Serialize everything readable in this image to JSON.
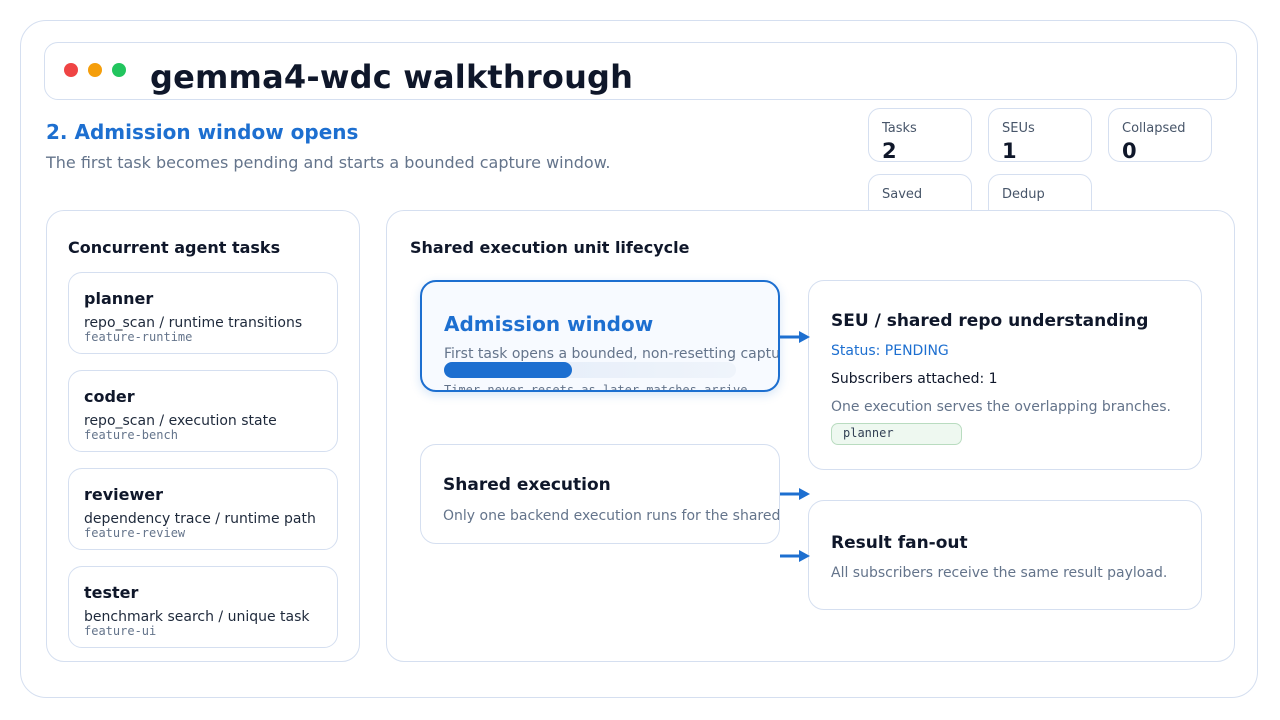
{
  "app": {
    "title": "gemma4-wdc walkthrough"
  },
  "step": {
    "title": "2. Admission window opens",
    "subtitle": "The first task becomes pending and starts a bounded capture window."
  },
  "stats": [
    {
      "label": "Tasks",
      "value": "2"
    },
    {
      "label": "SEUs",
      "value": "1"
    },
    {
      "label": "Collapsed",
      "value": "0"
    },
    {
      "label": "Saved",
      "value": ""
    },
    {
      "label": "Dedup",
      "value": ""
    }
  ],
  "tasks_panel": {
    "title": "Concurrent agent tasks",
    "tasks": [
      {
        "name": "planner",
        "desc": "repo_scan / runtime transitions",
        "branch": "feature-runtime"
      },
      {
        "name": "coder",
        "desc": "repo_scan / execution state",
        "branch": "feature-bench"
      },
      {
        "name": "reviewer",
        "desc": "dependency trace / runtime path",
        "branch": "feature-review"
      },
      {
        "name": "tester",
        "desc": "benchmark search / unique task",
        "branch": "feature-ui"
      }
    ]
  },
  "lifecycle": {
    "title": "Shared execution unit lifecycle",
    "admission": {
      "title": "Admission window",
      "desc": "First task opens a bounded, non-resetting capture wi",
      "progress": 0.44,
      "note": "Timer never resets as later matches arrive."
    },
    "seu": {
      "title": "SEU / shared repo understanding",
      "status": "Status: PENDING",
      "subscribers": "Subscribers attached: 1",
      "desc": "One execution serves the overlapping branches.",
      "chip": "planner"
    },
    "shared_exec": {
      "title": "Shared execution",
      "desc": "Only one backend execution runs for the shared worl"
    },
    "fanout": {
      "title": "Result fan-out",
      "desc": "All subscribers receive the same result payload."
    }
  },
  "colors": {
    "accent": "#1d6fd0",
    "border": "#d5dff0",
    "chip_bg": "#eef8f0",
    "dot_red": "#ef4444",
    "dot_yellow": "#f59e0b",
    "dot_green": "#22c55e"
  }
}
